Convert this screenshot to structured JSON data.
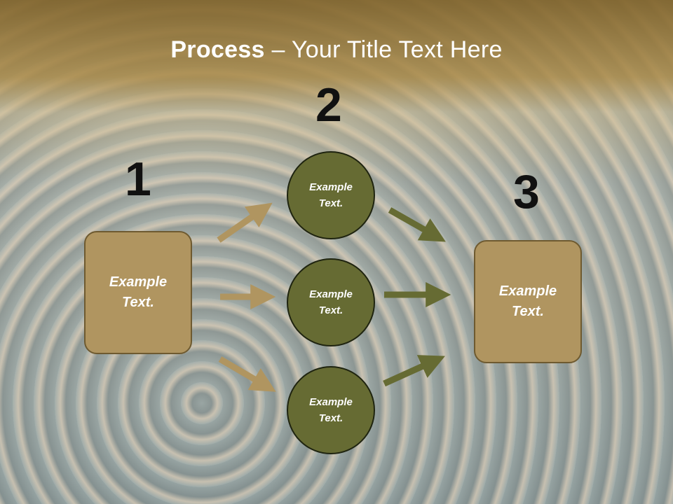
{
  "title": {
    "bold": "Process",
    "rest": " – Your Title Text Here"
  },
  "steps": [
    {
      "number": "1",
      "line1": "Example",
      "line2": "Text."
    },
    {
      "number": "2"
    },
    {
      "number": "3",
      "line1": "Example",
      "line2": "Text."
    }
  ],
  "circles": [
    {
      "line1": "Example",
      "line2": "Text."
    },
    {
      "line1": "Example",
      "line2": "Text."
    },
    {
      "line1": "Example",
      "line2": "Text."
    }
  ],
  "colors": {
    "box_fill": "#b09560",
    "circle_fill": "#666b33",
    "arrow_tan": "#b09560",
    "arrow_olive": "#666b33"
  }
}
